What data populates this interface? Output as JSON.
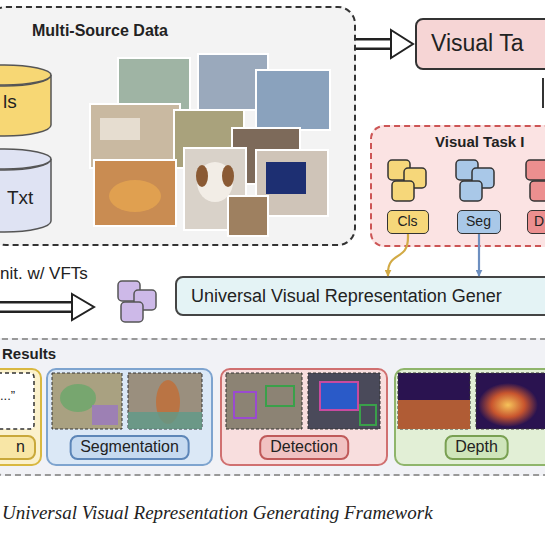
{
  "diagram": {
    "caption": "Universal Visual Representation Generating Framework",
    "nodes": [
      {
        "text": [
          "Multi-Source Data"
        ]
      },
      {
        "text": [
          "ls"
        ],
        "in": 0
      },
      {
        "text": [
          "Txt"
        ],
        "in": 0
      },
      {
        "text": [
          "Visual Ta"
        ]
      },
      {
        "text": [
          "Visual Task I"
        ]
      },
      {
        "text": [
          "Cls"
        ],
        "in": 4
      },
      {
        "text": [
          "Seg"
        ],
        "in": 4
      },
      {
        "text": [
          "D"
        ],
        "in": 4
      },
      {
        "text": [
          "Universal Visual Representation Gener"
        ]
      },
      {
        "text": [
          "Results"
        ]
      },
      {
        "text": [
          "n"
        ],
        "in": 9
      },
      {
        "text": [
          "Segmentation"
        ],
        "in": 9
      },
      {
        "text": [
          "Detection"
        ],
        "in": 9
      },
      {
        "text": [
          "Depth"
        ],
        "in": 9
      }
    ],
    "edges": [
      {
        "from": 0,
        "to": 3,
        "arrow": "to"
      },
      {
        "from": 5,
        "to": 8,
        "arrow": "to"
      },
      {
        "from": 6,
        "to": 8,
        "arrow": "to"
      }
    ],
    "labels": [
      "nit. w/ VFTs",
      "...”"
    ]
  }
}
